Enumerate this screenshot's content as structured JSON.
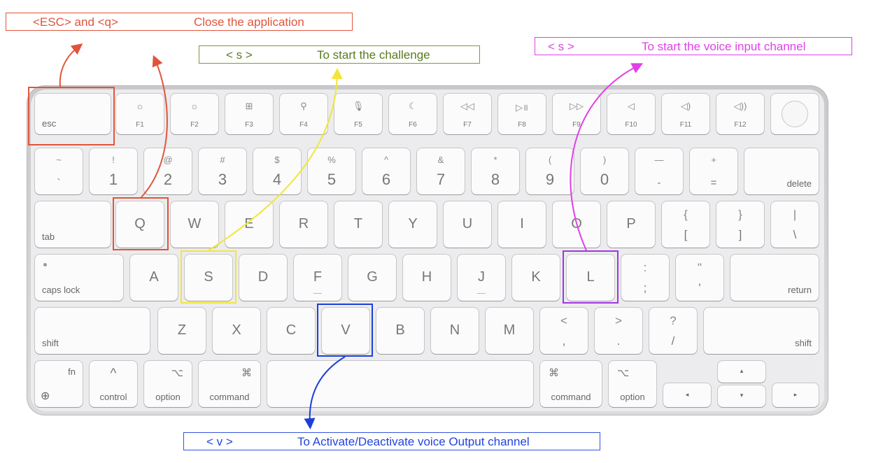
{
  "annotations": {
    "esc": {
      "keys": "<ESC> and <q>",
      "desc": "Close the application",
      "color": "#e0553a"
    },
    "s": {
      "keys": "< s >",
      "desc": "To start the challenge",
      "color": "#f2e63a"
    },
    "voice_input": {
      "keys": "< s >",
      "desc": "To start the voice input channel",
      "color": "#e040e8"
    },
    "v": {
      "keys": "< v >",
      "desc": "To Activate/Deactivate voice Output channel",
      "color": "#1d3fd6"
    }
  },
  "keyboard": {
    "function_row": [
      {
        "label": "esc",
        "icon": ""
      },
      {
        "label": "F1",
        "icon": "☼"
      },
      {
        "label": "F2",
        "icon": "☼"
      },
      {
        "label": "F3",
        "icon": "⊞"
      },
      {
        "label": "F4",
        "icon": "⚲"
      },
      {
        "label": "F5",
        "icon": "🎙"
      },
      {
        "label": "F6",
        "icon": "☾"
      },
      {
        "label": "F7",
        "icon": "◁◁"
      },
      {
        "label": "F8",
        "icon": "▷॥"
      },
      {
        "label": "F9",
        "icon": "▷▷"
      },
      {
        "label": "F10",
        "icon": "◁"
      },
      {
        "label": "F11",
        "icon": "◁)"
      },
      {
        "label": "F12",
        "icon": "◁))"
      }
    ],
    "number_row": [
      {
        "top": "~",
        "bottom": "`"
      },
      {
        "top": "!",
        "bottom": "1"
      },
      {
        "top": "@",
        "bottom": "2"
      },
      {
        "top": "#",
        "bottom": "3"
      },
      {
        "top": "$",
        "bottom": "4"
      },
      {
        "top": "%",
        "bottom": "5"
      },
      {
        "top": "^",
        "bottom": "6"
      },
      {
        "top": "&",
        "bottom": "7"
      },
      {
        "top": "*",
        "bottom": "8"
      },
      {
        "top": "(",
        "bottom": "9"
      },
      {
        "top": ")",
        "bottom": "0"
      },
      {
        "top": "—",
        "bottom": "-"
      },
      {
        "top": "+",
        "bottom": "="
      }
    ],
    "delete_label": "delete",
    "tab_label": "tab",
    "qwerty_row": [
      "Q",
      "W",
      "E",
      "R",
      "T",
      "Y",
      "U",
      "I",
      "O",
      "P"
    ],
    "qwerty_extras": [
      {
        "top": "{",
        "bottom": "["
      },
      {
        "top": "}",
        "bottom": "]"
      },
      {
        "top": "|",
        "bottom": "\\"
      }
    ],
    "caps_label": "caps lock",
    "home_row": [
      "A",
      "S",
      "D",
      "F",
      "G",
      "H",
      "J",
      "K",
      "L"
    ],
    "home_extras": [
      {
        "top": ":",
        "bottom": ";"
      },
      {
        "top": "\"",
        "bottom": "'"
      }
    ],
    "return_label": "return",
    "shift_label": "shift",
    "bottom_letters": [
      "Z",
      "X",
      "C",
      "V",
      "B",
      "N",
      "M"
    ],
    "bottom_extras": [
      {
        "top": "<",
        "bottom": ","
      },
      {
        "top": ">",
        "bottom": "."
      },
      {
        "top": "?",
        "bottom": "/"
      }
    ],
    "modifiers": {
      "fn": "fn",
      "globe": "⊕",
      "control_sym": "^",
      "control": "control",
      "option_sym": "⌥",
      "option": "option",
      "command_sym": "⌘",
      "command": "command"
    },
    "arrows": {
      "left": "◂",
      "right": "▸",
      "up": "▴",
      "down": "▾"
    }
  }
}
